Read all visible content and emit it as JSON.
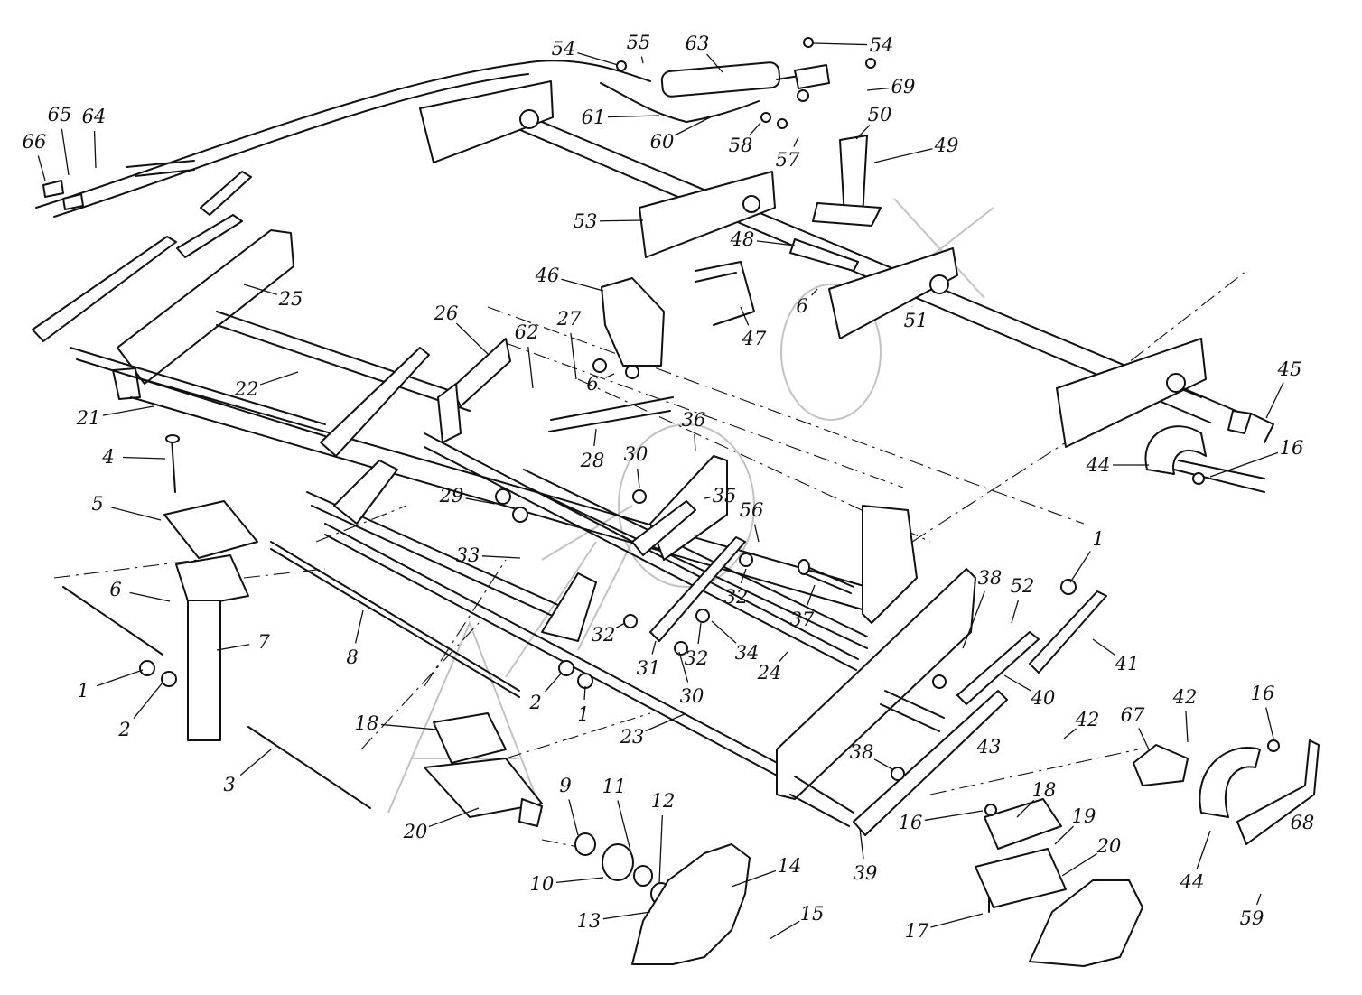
{
  "diagram": {
    "callouts": [
      {
        "id": "1a",
        "text": "1"
      },
      {
        "id": "1b",
        "text": "1"
      },
      {
        "id": "1c",
        "text": "1"
      },
      {
        "id": "2a",
        "text": "2"
      },
      {
        "id": "2b",
        "text": "2"
      },
      {
        "id": "3",
        "text": "3"
      },
      {
        "id": "4",
        "text": "4"
      },
      {
        "id": "5",
        "text": "5"
      },
      {
        "id": "6a",
        "text": "6"
      },
      {
        "id": "6b",
        "text": "6"
      },
      {
        "id": "6c",
        "text": "6"
      },
      {
        "id": "7",
        "text": "7"
      },
      {
        "id": "8",
        "text": "8"
      },
      {
        "id": "9",
        "text": "9"
      },
      {
        "id": "10",
        "text": "10"
      },
      {
        "id": "11",
        "text": "11"
      },
      {
        "id": "12",
        "text": "12"
      },
      {
        "id": "13",
        "text": "13"
      },
      {
        "id": "14",
        "text": "14"
      },
      {
        "id": "15",
        "text": "15"
      },
      {
        "id": "16a",
        "text": "16"
      },
      {
        "id": "16b",
        "text": "16"
      },
      {
        "id": "16c",
        "text": "16"
      },
      {
        "id": "17",
        "text": "17"
      },
      {
        "id": "18a",
        "text": "18"
      },
      {
        "id": "18b",
        "text": "18"
      },
      {
        "id": "19",
        "text": "19"
      },
      {
        "id": "20a",
        "text": "20"
      },
      {
        "id": "20b",
        "text": "20"
      },
      {
        "id": "21",
        "text": "21"
      },
      {
        "id": "22",
        "text": "22"
      },
      {
        "id": "23",
        "text": "23"
      },
      {
        "id": "24",
        "text": "24"
      },
      {
        "id": "25",
        "text": "25"
      },
      {
        "id": "26",
        "text": "26"
      },
      {
        "id": "27",
        "text": "27"
      },
      {
        "id": "28",
        "text": "28"
      },
      {
        "id": "29",
        "text": "29"
      },
      {
        "id": "30a",
        "text": "30"
      },
      {
        "id": "30b",
        "text": "30"
      },
      {
        "id": "31",
        "text": "31"
      },
      {
        "id": "32a",
        "text": "32"
      },
      {
        "id": "32b",
        "text": "32"
      },
      {
        "id": "32c",
        "text": "32"
      },
      {
        "id": "33",
        "text": "33"
      },
      {
        "id": "34",
        "text": "34"
      },
      {
        "id": "35",
        "text": "35"
      },
      {
        "id": "36",
        "text": "36"
      },
      {
        "id": "37",
        "text": "37"
      },
      {
        "id": "38a",
        "text": "38"
      },
      {
        "id": "38b",
        "text": "38"
      },
      {
        "id": "39",
        "text": "39"
      },
      {
        "id": "40",
        "text": "40"
      },
      {
        "id": "41",
        "text": "41"
      },
      {
        "id": "42a",
        "text": "42"
      },
      {
        "id": "42b",
        "text": "42"
      },
      {
        "id": "43",
        "text": "43"
      },
      {
        "id": "44a",
        "text": "44"
      },
      {
        "id": "44b",
        "text": "44"
      },
      {
        "id": "45",
        "text": "45"
      },
      {
        "id": "46",
        "text": "46"
      },
      {
        "id": "47",
        "text": "47"
      },
      {
        "id": "48",
        "text": "48"
      },
      {
        "id": "49",
        "text": "49"
      },
      {
        "id": "50",
        "text": "50"
      },
      {
        "id": "51",
        "text": "51"
      },
      {
        "id": "52",
        "text": "52"
      },
      {
        "id": "53",
        "text": "53"
      },
      {
        "id": "54a",
        "text": "54"
      },
      {
        "id": "54b",
        "text": "54"
      },
      {
        "id": "55",
        "text": "55"
      },
      {
        "id": "56",
        "text": "56"
      },
      {
        "id": "57",
        "text": "57"
      },
      {
        "id": "58",
        "text": "58"
      },
      {
        "id": "59",
        "text": "59"
      },
      {
        "id": "60",
        "text": "60"
      },
      {
        "id": "61",
        "text": "61"
      },
      {
        "id": "62",
        "text": "62"
      },
      {
        "id": "63",
        "text": "63"
      },
      {
        "id": "64",
        "text": "64"
      },
      {
        "id": "65",
        "text": "65"
      },
      {
        "id": "66",
        "text": "66"
      },
      {
        "id": "67",
        "text": "67"
      },
      {
        "id": "68",
        "text": "68"
      },
      {
        "id": "69",
        "text": "69"
      }
    ]
  }
}
